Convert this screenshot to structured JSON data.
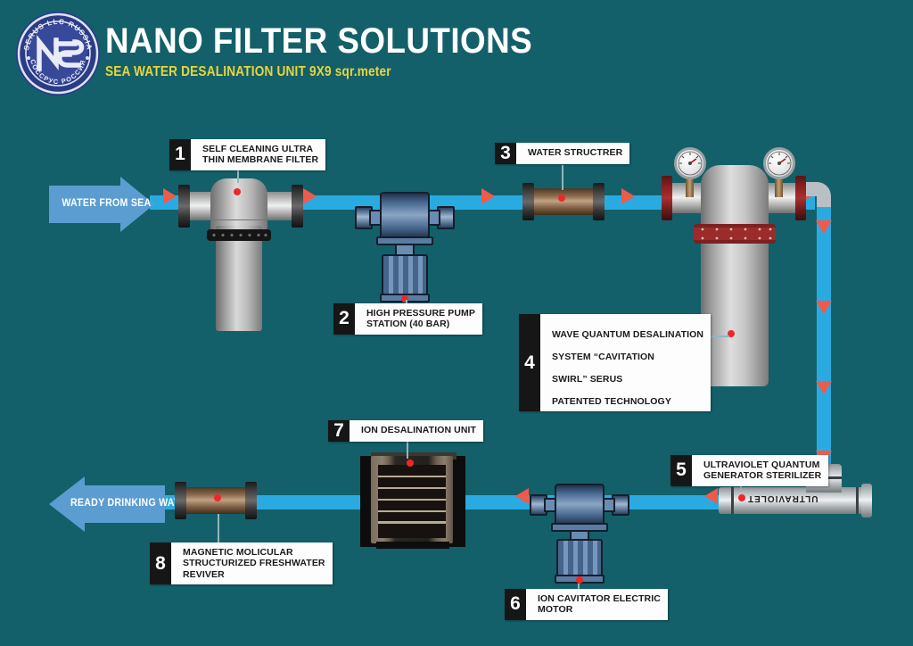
{
  "header": {
    "title": "NANO FILTER SOLUTIONS",
    "subtitle": "SEA WATER DESALINATION UNIT 9X9 sqr.meter",
    "logo": {
      "monogram": "NFS",
      "top_text": "SERUS LLC RUSSIA",
      "bottom_text": "СОССРУС РОССИЯ"
    }
  },
  "flow": {
    "inlet_label": "WATER FROM SEA",
    "outlet_label": "READY DRINKING WATER"
  },
  "uv_tube_label": "ULTRAVIOLET",
  "callouts": [
    {
      "num": "1",
      "text": "SELF CLEANING ULTRA\nTHIN MEMBRANE FILTER"
    },
    {
      "num": "2",
      "text": "HIGH PRESSURE PUMP\nSTATION (40 BAR)"
    },
    {
      "num": "3",
      "text": "WATER STRUCTRER"
    },
    {
      "num": "4",
      "line1": "WAVE QUANTUM DESALINATION",
      "line2": "SYSTEM “CAVITATION",
      "line3": "SWIRL” SERUS",
      "line4": "PATENTED TECHNOLOGY"
    },
    {
      "num": "5",
      "text": "ULTRAVIOLET QUANTUM\nGENERATOR STERILIZER"
    },
    {
      "num": "6",
      "text": "ION CAVITATOR ELECTRIC\nMOTOR"
    },
    {
      "num": "7",
      "text": "ION DESALINATION UNIT"
    },
    {
      "num": "8",
      "text": "MAGNETIC MOLICULAR\nSTRUCTURIZED FRESHWATER\nREVIVER"
    }
  ],
  "colors": {
    "background": "#13606a",
    "pipe": "#29abe2",
    "arrow": "#f05a4b",
    "accent_yellow": "#e8d53c",
    "big_arrow": "#5b9dd0",
    "marker_dot": "#f0262a"
  }
}
